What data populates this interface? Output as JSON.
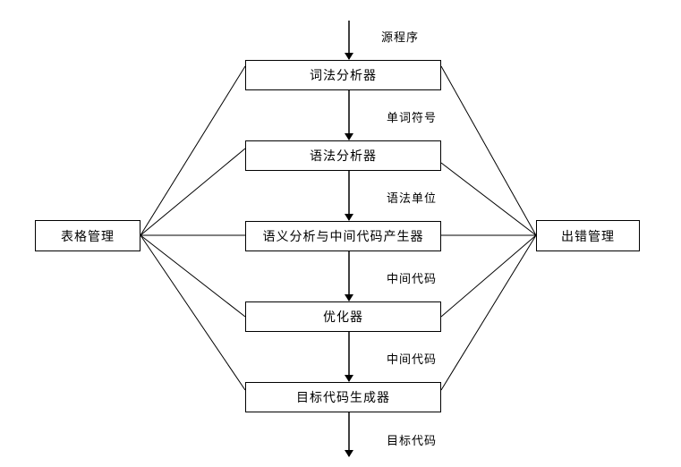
{
  "input_label": "源程序",
  "stages": [
    {
      "name": "词法分析器"
    },
    {
      "name": "语法分析器"
    },
    {
      "name": "语义分析与中间代码产生器"
    },
    {
      "name": "优化器"
    },
    {
      "name": "目标代码生成器"
    }
  ],
  "flow_labels": [
    "单词符号",
    "语法单位",
    "中间代码",
    "中间代码"
  ],
  "output_label": "目标代码",
  "left_module": "表格管理",
  "right_module": "出错管理"
}
